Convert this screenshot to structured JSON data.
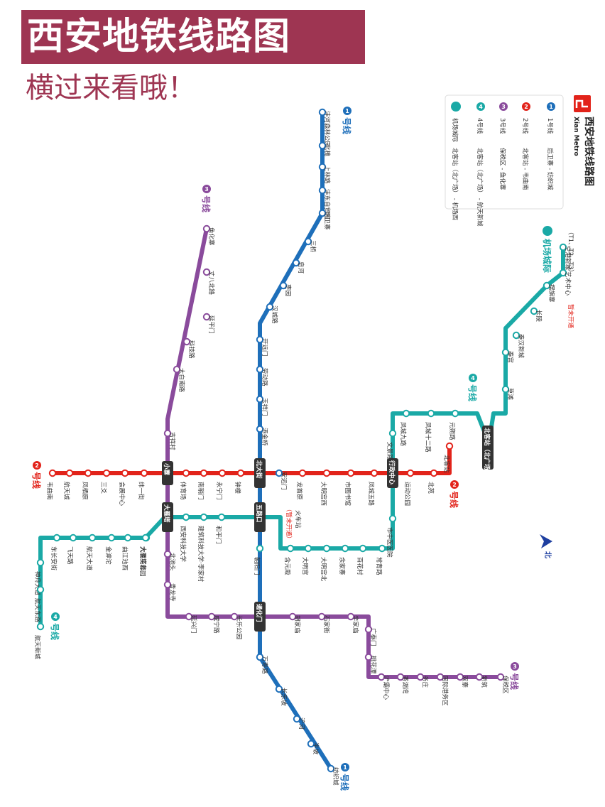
{
  "title": "西安地铁线路图",
  "subtitle": "横过来看哦！",
  "legend": {
    "logo_text": "西安地铁线路图",
    "logo_sub": "Xian Metro",
    "items": [
      {
        "badge": "1",
        "name": "1号线",
        "route": "后卫寨 - 纺织城",
        "color": "#1e6fba"
      },
      {
        "badge": "2",
        "name": "2号线",
        "route": "北客站 - 韦曲南",
        "color": "#e2231a"
      },
      {
        "badge": "3",
        "name": "3号线",
        "route": "保税区 - 鱼化寨",
        "color": "#8a4b9c"
      },
      {
        "badge": "4",
        "name": "4号线",
        "route": "北客站（北广场） - 航天新城",
        "color": "#1aa9a6"
      },
      {
        "badge": "",
        "name": "机场城际",
        "route": "北客站（北广场） - 机场西",
        "color": "#1aa9a6"
      }
    ]
  },
  "lines": {
    "line1": {
      "badge": "1",
      "label": "号线",
      "color": "#1e6fba"
    },
    "line2": {
      "badge": "2",
      "label": "号线",
      "color": "#e2231a"
    },
    "line3": {
      "badge": "3",
      "label": "号线",
      "color": "#8a4b9c"
    },
    "line4": {
      "badge": "4",
      "label": "号线",
      "color": "#1aa9a6"
    },
    "airport": {
      "label": "机场城际",
      "color": "#1aa9a6"
    }
  },
  "stations": {
    "line1": [
      "沣河森林公园",
      "北槐",
      "上林路",
      "沣东自贸园",
      "后卫寨",
      "三桥",
      "皂河",
      "枣园",
      "汉城路",
      "开远门",
      "劳动路",
      "玉祥门",
      "洒金桥",
      "安远门",
      "万寿路",
      "长乐坡",
      "浐河",
      "半坡",
      "纺织城"
    ],
    "line2": [
      "韦曲南",
      "航天城",
      "凤栖原",
      "三爻",
      "会展中心",
      "纬一街",
      "体育场",
      "南稍门",
      "永宁门",
      "钟楼",
      "龙首原",
      "大明宫西",
      "市图书馆",
      "凤城五路",
      "运动公园",
      "北苑",
      "北客站"
    ],
    "line3": [
      "鱼化寨",
      "丈八北路",
      "延平门",
      "科技路",
      "太白南路",
      "吉祥村",
      "北池头",
      "青龙寺",
      "延兴门",
      "咸宁路",
      "长乐公园",
      "胡家庙",
      "石家街",
      "辛家庙",
      "广泰门",
      "桃花潭",
      "浐灞中心",
      "香湖湾",
      "务庄",
      "国际港务区",
      "双寨",
      "新筑",
      "保税区"
    ],
    "line4": [
      "文景路",
      "凤城九路",
      "凤城十二路",
      "元朔路",
      "市中医医院",
      "常青路",
      "百花村",
      "余家寨",
      "大明宫北",
      "大明宫",
      "含元殿",
      "朝阳门",
      "和平门",
      "建筑科技大学·李家村",
      "西安科技大学",
      "大雁塔北",
      "大唐芙蓉园",
      "金滹沱",
      "曲江池西",
      "航天大道",
      "飞天路",
      "东长安街",
      "神舟大道",
      "航天东路",
      "航天新城"
    ],
    "airport": [
      "草滩",
      "秦宫",
      "秦汉新城",
      "长陵",
      "摆旗寨",
      "艺术中心",
      "空港新城",
      "机场(T5)",
      "机场西"
    ]
  },
  "interchanges": {
    "beidajie": "北大街",
    "xiaozhai": "小寨",
    "dayanta": "大雁塔",
    "wulukou": "五路口",
    "tonghuamen": "通化门",
    "xingzhengzhongxin": "行政中心",
    "beikezhan": "北客站（北广场）"
  },
  "notes": {
    "airport_t1t2t3": "（T1、T2、T3）",
    "not_open_airport": "暂未开通",
    "train_station": "火车站",
    "not_open_train": "（暂未开通）"
  },
  "compass": "北"
}
